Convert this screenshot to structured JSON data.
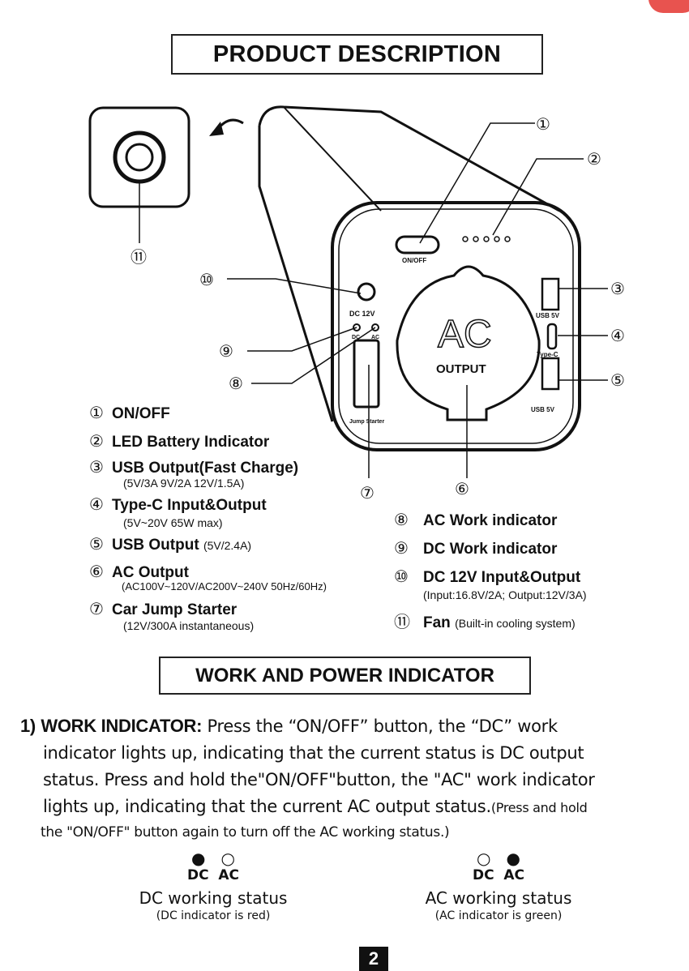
{
  "header": {
    "title": "PRODUCT DESCRIPTION"
  },
  "diagram": {
    "callouts": [
      "①",
      "②",
      "③",
      "④",
      "⑤",
      "⑥",
      "⑦",
      "⑧",
      "⑨",
      "⑩",
      "⑪"
    ],
    "device_labels": {
      "on_off": "ON/OFF",
      "dc12v": "DC 12V",
      "dc": "DC",
      "ac": "AC",
      "ac_big": "AC",
      "output": "OUTPUT",
      "usb5v_top": "USB 5V",
      "typec": "Type-C",
      "usb5v_bottom": "USB 5V",
      "jump_starter": "Jump Starter"
    }
  },
  "features_left": [
    {
      "num": "①",
      "label": "ON/OFF",
      "detail": ""
    },
    {
      "num": "②",
      "label": "LED Battery Indicator",
      "detail": ""
    },
    {
      "num": "③",
      "label": "USB Output(Fast Charge)",
      "detail": "(5V/3A   9V/2A   12V/1.5A)"
    },
    {
      "num": "④",
      "label": "Type-C Input&Output",
      "detail": "(5V~20V  65W max)"
    },
    {
      "num": "⑤",
      "label": "USB Output",
      "detail": "(5V/2.4A)"
    },
    {
      "num": "⑥",
      "label": "AC Output",
      "detail": "(AC100V~120V/AC200V~240V 50Hz/60Hz)"
    },
    {
      "num": "⑦",
      "label": "Car Jump Starter",
      "detail": "(12V/300A instantaneous)"
    }
  ],
  "features_right": [
    {
      "num": "⑧",
      "label": "AC Work indicator",
      "detail": ""
    },
    {
      "num": "⑨",
      "label": "DC Work indicator",
      "detail": ""
    },
    {
      "num": "⑩",
      "label": "DC 12V Input&Output",
      "detail": "(Input:16.8V/2A; Output:12V/3A)"
    },
    {
      "num": "⑪",
      "label": "Fan",
      "detail": "(Built-in cooling system)"
    }
  ],
  "section2": {
    "title": "WORK AND POWER INDICATOR",
    "item_num": "1)",
    "item_head": "WORK INDICATOR:",
    "lines": [
      " Press the “ON/OFF”  button, the “DC”  work",
      "indicator lights up, indicating that the current status is DC output",
      "status. Press and hold the\"ON/OFF\"button, the \"AC\" work indicator",
      "lights up, indicating that the current AC output status."
    ],
    "line4_small": "(Press and hold",
    "line5": "the \"ON/OFF\" button again to turn off the AC working status.)"
  },
  "indicators": [
    {
      "dc_label": "DC",
      "ac_label": "AC",
      "dc_on": true,
      "ac_on": false,
      "title": "DC working status",
      "note": "(DC indicator is red)"
    },
    {
      "dc_label": "DC",
      "ac_label": "AC",
      "dc_on": false,
      "ac_on": true,
      "title": "AC working status",
      "note": "(AC indicator is green)"
    }
  ],
  "page_number": "2",
  "colors": {
    "corner_badge": "#e8534f"
  }
}
